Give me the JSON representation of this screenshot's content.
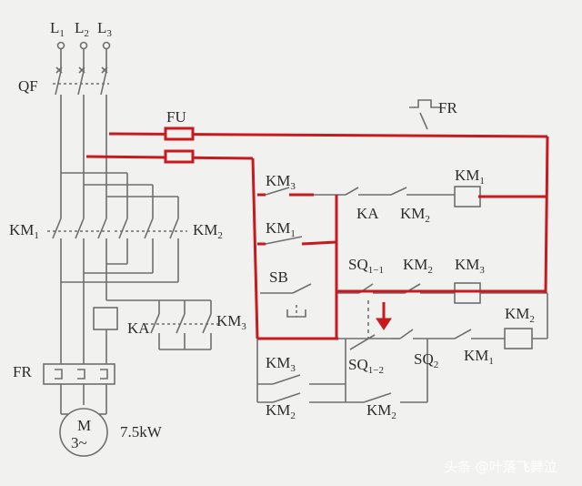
{
  "colors": {
    "background": "#f1f1ef",
    "wire": "#6f6f6f",
    "highlight": "#c8191e",
    "text": "#2b2b2b"
  },
  "diagram": {
    "supply": {
      "phase1": "L",
      "phase1_sub": "1",
      "phase2": "L",
      "phase2_sub": "2",
      "phase3": "L",
      "phase3_sub": "3"
    },
    "breaker": "QF",
    "fuse": "FU",
    "overload_relay": "FR",
    "overload_contact": "FR",
    "contactor1": "KM",
    "contactor1_sub": "1",
    "contactor2": "KM",
    "contactor2_sub": "2",
    "contactor3": "KM",
    "contactor3_sub": "3",
    "relay": "KA",
    "button": "SB",
    "limit_switch1_1": "SQ",
    "limit_switch1_1_sub": "1−1",
    "limit_switch1_2": "SQ",
    "limit_switch1_2_sub": "1−2",
    "limit_switch2": "SQ",
    "limit_switch2_sub": "2",
    "motor": "M",
    "motor_phase": "3~",
    "motor_power": "7.5kW"
  },
  "watermark": "头条 @叶落飞舞泣"
}
